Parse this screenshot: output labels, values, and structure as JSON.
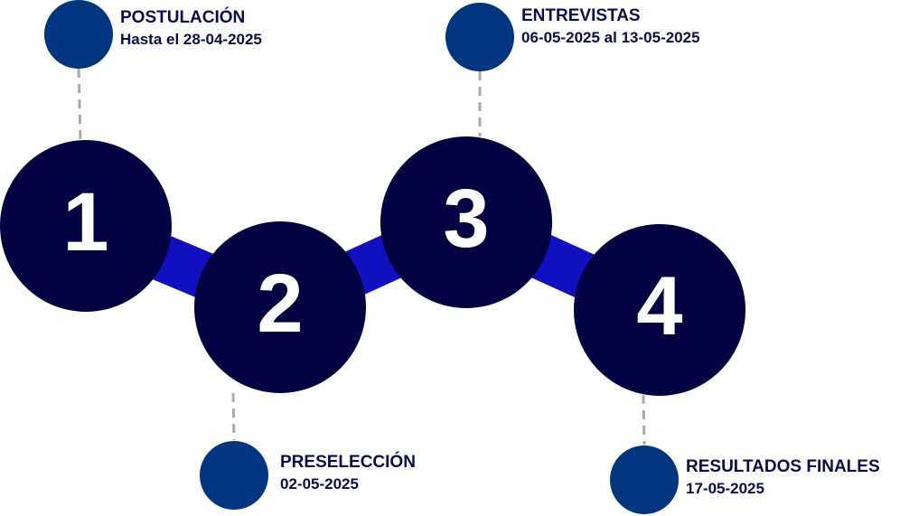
{
  "colors": {
    "big_circle": "#020242",
    "small_circle": "#003580",
    "connector": "#1010c0",
    "text": "#0b0b4f",
    "dash": "#aaaaaa"
  },
  "steps": [
    {
      "number": "1",
      "title": "POSTULACIÓN",
      "date": "Hasta el 28-04-2025"
    },
    {
      "number": "2",
      "title": "PRESELECCIÓN",
      "date": "02-05-2025"
    },
    {
      "number": "3",
      "title": "ENTREVISTAS",
      "date": "06-05-2025 al 13-05-2025"
    },
    {
      "number": "4",
      "title": "RESULTADOS FINALES",
      "date": "17-05-2025"
    }
  ]
}
